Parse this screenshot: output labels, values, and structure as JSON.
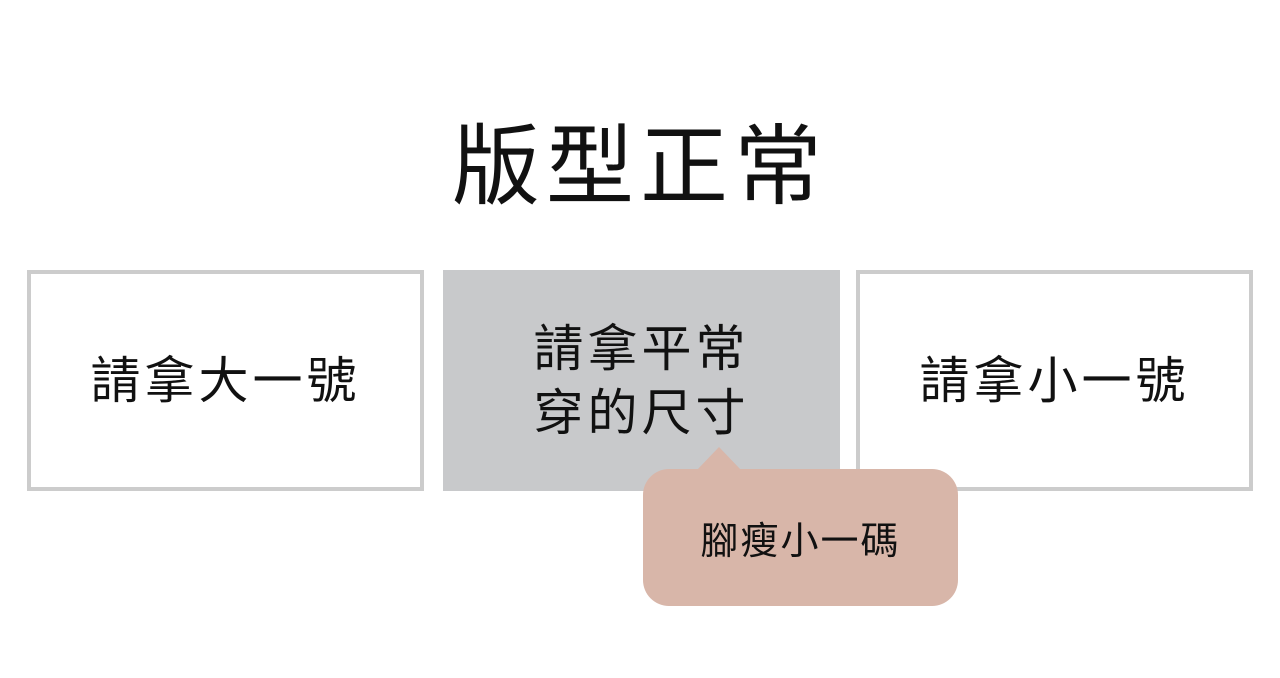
{
  "title": "版型正常",
  "options": {
    "left": "請拿大一號",
    "middle_line1": "請拿平常",
    "middle_line2": "穿的尺寸",
    "right": "請拿小一號"
  },
  "note": "腳瘦小一碼",
  "colors": {
    "middle_box": "#c8c9cb",
    "border": "#cccccc",
    "bubble": "#d8b6a9"
  }
}
